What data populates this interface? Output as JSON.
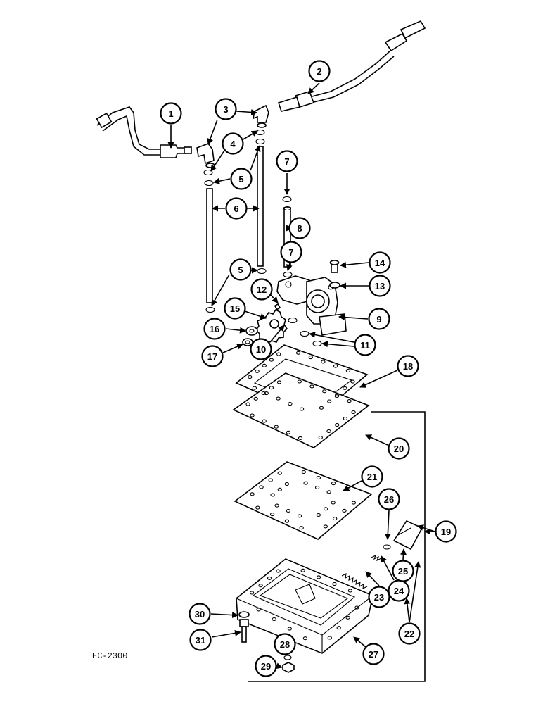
{
  "figure_code": "EC-2300",
  "callouts": [
    "1",
    "2",
    "3",
    "4",
    "5",
    "5",
    "6",
    "7",
    "7",
    "8",
    "9",
    "10",
    "11",
    "12",
    "13",
    "14",
    "15",
    "16",
    "17",
    "18",
    "19",
    "20",
    "21",
    "22",
    "23",
    "24",
    "25",
    "26",
    "27",
    "28",
    "29",
    "30",
    "31"
  ]
}
